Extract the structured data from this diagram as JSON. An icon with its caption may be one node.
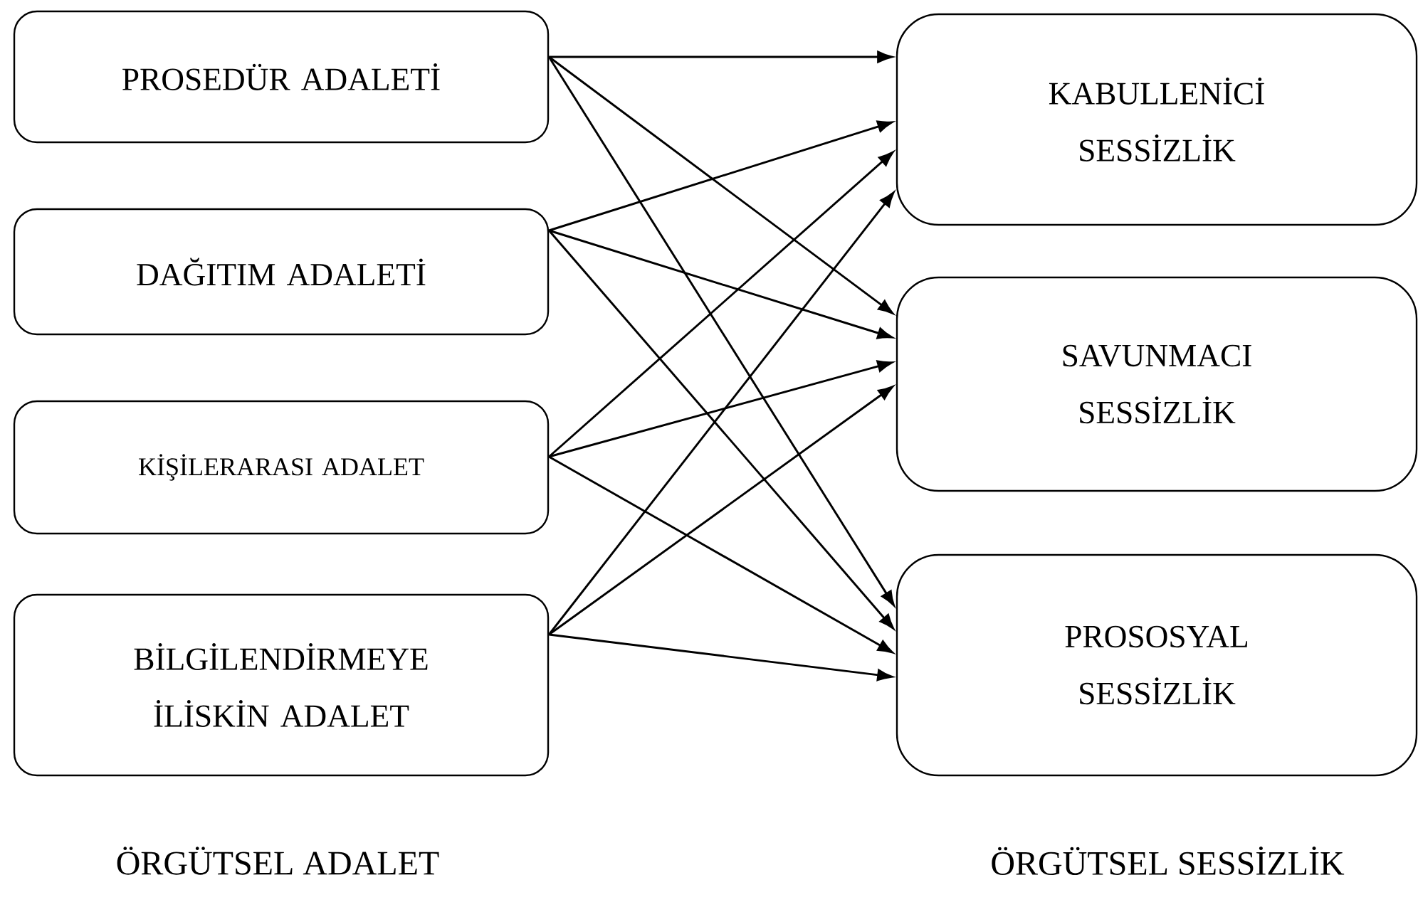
{
  "diagram": {
    "nodes": [
      {
        "text": [
          "PROSEDÜR ADALETİ"
        ]
      },
      {
        "text": [
          "DAĞITIM ADALETİ"
        ]
      },
      {
        "text": [
          "KİŞİLERARASI ADALET"
        ]
      },
      {
        "text": [
          "BİLGİLENDİRMEYE İLİSKİN ADALET"
        ]
      },
      {
        "text": [
          "KABULLENİCİ SESSİZLİK"
        ]
      },
      {
        "text": [
          "SAVUNMACI SESSİZLİK"
        ]
      },
      {
        "text": [
          "PROSOSYAL SESSİZLİK"
        ]
      }
    ],
    "edges": [
      {
        "from": 0,
        "to": 4,
        "arrow": "to"
      },
      {
        "from": 0,
        "to": 5,
        "arrow": "to"
      },
      {
        "from": 0,
        "to": 6,
        "arrow": "to"
      },
      {
        "from": 1,
        "to": 4,
        "arrow": "to"
      },
      {
        "from": 1,
        "to": 5,
        "arrow": "to"
      },
      {
        "from": 1,
        "to": 6,
        "arrow": "to"
      },
      {
        "from": 2,
        "to": 4,
        "arrow": "to"
      },
      {
        "from": 2,
        "to": 5,
        "arrow": "to"
      },
      {
        "from": 2,
        "to": 6,
        "arrow": "to"
      },
      {
        "from": 3,
        "to": 4,
        "arrow": "to"
      },
      {
        "from": 3,
        "to": 5,
        "arrow": "to"
      },
      {
        "from": 3,
        "to": 6,
        "arrow": "to"
      }
    ],
    "labels": [
      "ÖRGÜTSEL ADALET",
      "ÖRGÜTSEL SESSİZLİK"
    ]
  }
}
